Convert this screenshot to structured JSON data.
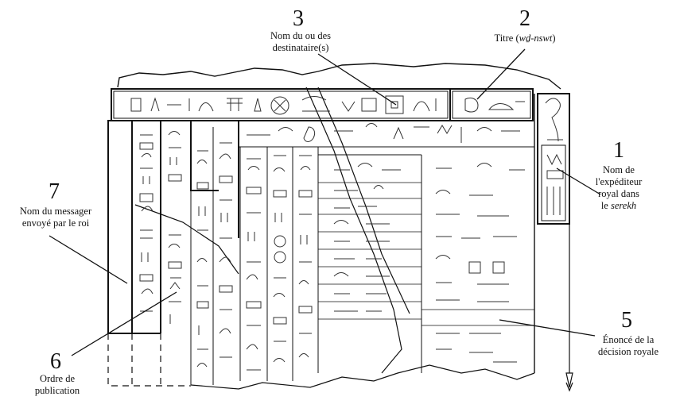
{
  "callouts": [
    {
      "id": "c1",
      "number": "1",
      "lines": [
        "Nom de",
        "l'expéditeur",
        "royal dans",
        "le "
      ],
      "italic_tail": "serekh"
    },
    {
      "id": "c2",
      "number": "2",
      "lines": [
        "Titre ("
      ],
      "italic_mid": "wḏ-nswt",
      "tail": ")"
    },
    {
      "id": "c3",
      "number": "3",
      "lines": [
        "Nom du ou des",
        "destinataire(s)"
      ]
    },
    {
      "id": "c5",
      "number": "5",
      "lines": [
        "Énoncé de la",
        "décision royale"
      ]
    },
    {
      "id": "c6",
      "number": "6",
      "lines": [
        "Ordre de",
        "publication"
      ]
    },
    {
      "id": "c7",
      "number": "7",
      "lines": [
        "Nom du messager",
        "envoyé par le roi"
      ]
    }
  ],
  "colors": {
    "ink": "#111111",
    "glyph": "#333333",
    "background": "#ffffff"
  }
}
